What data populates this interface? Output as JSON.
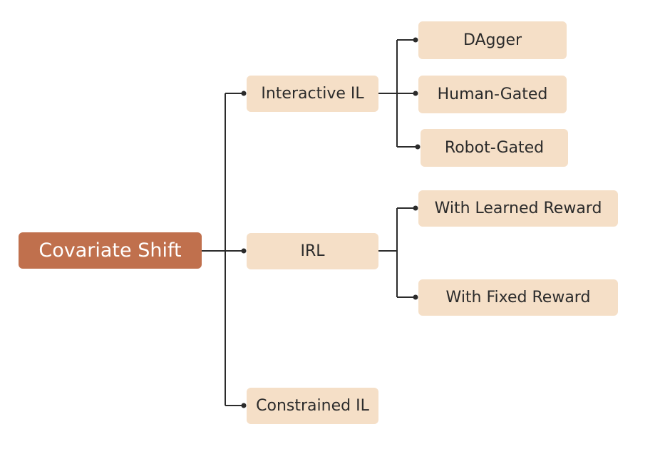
{
  "colors": {
    "root_fill": "#c0704d",
    "root_text": "#ffffff",
    "node_fill": "#f5dfc7",
    "node_text": "#2b2b2b",
    "connector": "#2b2b2b"
  },
  "tree": {
    "root": "Covariate Shift",
    "branches": [
      {
        "label": "Interactive IL",
        "children": [
          "DAgger",
          "Human-Gated",
          "Robot-Gated"
        ]
      },
      {
        "label": "IRL",
        "children": [
          "With Learned Reward",
          "With Fixed Reward"
        ]
      },
      {
        "label": "Constrained IL",
        "children": []
      }
    ]
  }
}
